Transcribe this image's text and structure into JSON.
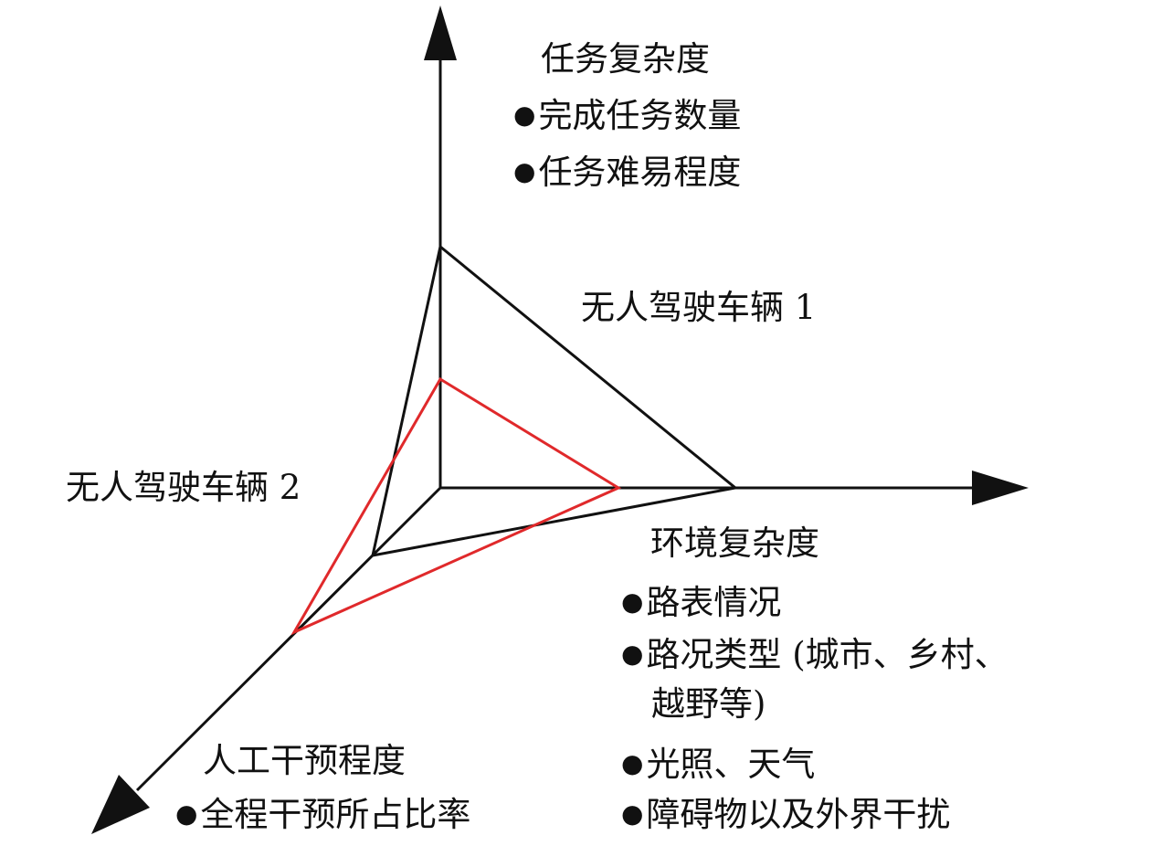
{
  "axes": {
    "task": {
      "title": "任务复杂度",
      "items": [
        "完成任务数量",
        "任务难易程度"
      ]
    },
    "environment": {
      "title": "环境复杂度",
      "items": [
        "路表情况",
        "路况类型 (城市、乡村、",
        "越野等)",
        "光照、天气",
        "障碍物以及外界干扰"
      ]
    },
    "human": {
      "title": "人工干预程度",
      "items": [
        "全程干预所占比率"
      ]
    }
  },
  "vehicles": [
    {
      "label": "无人驾驶车辆 1",
      "color": "#111111"
    },
    {
      "label": "无人驾驶车辆 2",
      "color": "#e0292b"
    }
  ],
  "colors": {
    "axis": "#111111"
  }
}
